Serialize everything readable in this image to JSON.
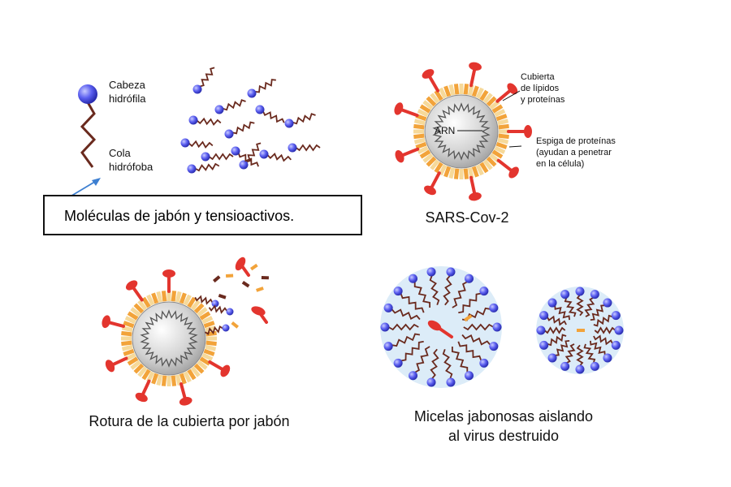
{
  "labels": {
    "head": "Cabeza\nhidrófila",
    "tail": "Cola\nhidrófoba",
    "boxed": "Moléculas de jabón y tensioactivos.",
    "envelope": "Cubierta\nde lípidos\ny proteínas",
    "spike": "Espiga de proteínas\n(ayudan a penetrar\nen la célula)",
    "arn": "ARN",
    "sars": "SARS-Cov-2",
    "rupture": "Rotura de la cubierta por jabón",
    "micelles": "Micelas jabonosas aislando\nal virus destruido"
  },
  "colors": {
    "head": "#4a4ee0",
    "tail": "#6a2a1e",
    "spike": "#e3352e",
    "membrane_a": "#f2a33a",
    "membrane_b": "#f6d99a",
    "core": "#cfcfcf",
    "micelle_bg": "#dcecf8",
    "arrow": "#3d7fd1"
  }
}
